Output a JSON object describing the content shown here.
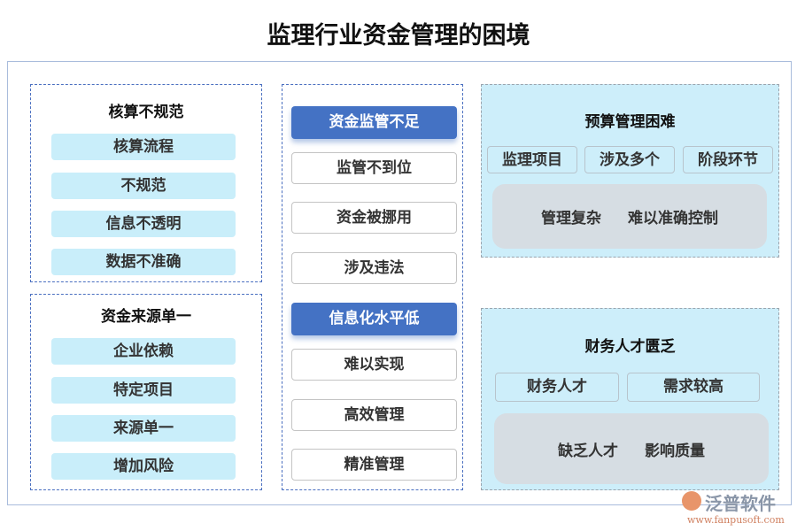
{
  "title": "监理行业资金管理的困境",
  "left": [
    {
      "title": "核算不规范",
      "items": [
        "核算流程",
        "不规范",
        "信息不透明",
        "数据不准确"
      ]
    },
    {
      "title": "资金来源单一",
      "items": [
        "企业依赖",
        "特定项目",
        "来源单一",
        "增加风险"
      ]
    }
  ],
  "middle": [
    {
      "header": "资金监管不足",
      "items": [
        "监管不到位",
        "资金被挪用",
        "涉及违法"
      ]
    },
    {
      "header": "信息化水平低",
      "items": [
        "难以实现",
        "高效管理",
        "精准管理"
      ]
    }
  ],
  "right": [
    {
      "title": "预算管理困难",
      "chips": [
        "监理项目",
        "涉及多个",
        "阶段环节"
      ],
      "details": [
        "管理复杂",
        "难以准确控制"
      ]
    },
    {
      "title": "财务人才匮乏",
      "chips": [
        "财务人才",
        "需求较高"
      ],
      "details": [
        "缺乏人才",
        "影响质量"
      ]
    }
  ],
  "logo": {
    "name": "泛普软件",
    "url": "www.fanpusoft.com"
  },
  "colors": {
    "accent": "#4472c4",
    "light": "#c9eefa",
    "grey": "#d6dde3"
  }
}
